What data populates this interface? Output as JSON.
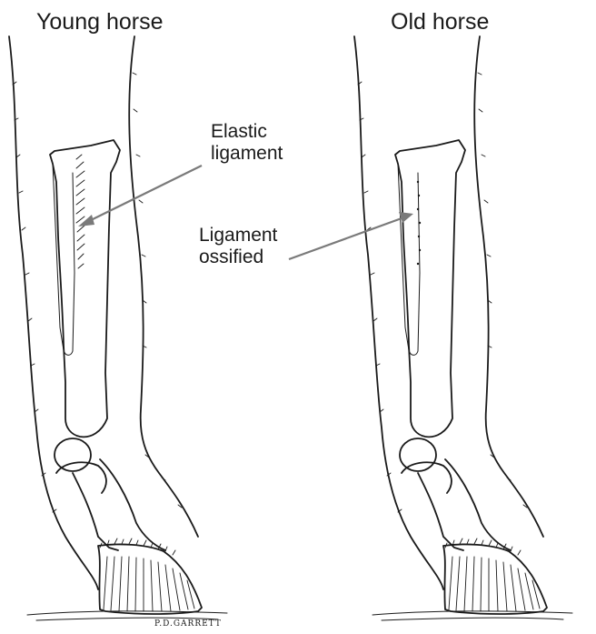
{
  "panels": {
    "left": {
      "title": "Young horse"
    },
    "right": {
      "title": "Old horse"
    }
  },
  "callouts": {
    "elastic": {
      "line1": "Elastic",
      "line2": "ligament"
    },
    "ossified": {
      "line1": "Ligament",
      "line2": "ossified"
    }
  },
  "signature": "P.D.GARRETT",
  "colors": {
    "ink": "#1a1a1a",
    "arrow": "#7a7a7a",
    "background": "#ffffff"
  }
}
